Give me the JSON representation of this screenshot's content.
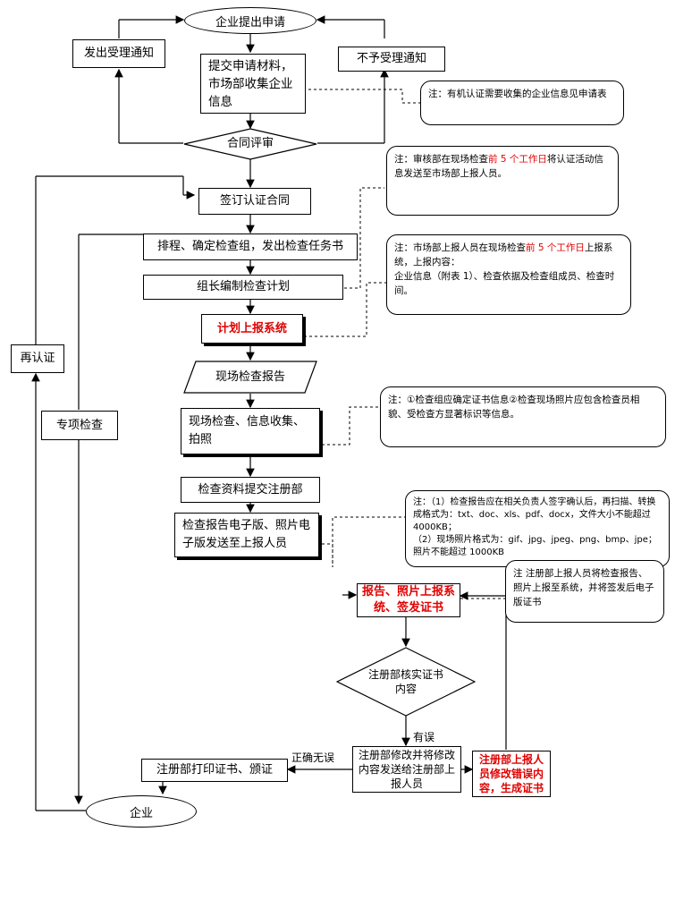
{
  "nodes": {
    "start": "企业提出申请",
    "submit": "提交申请材料，市场部收集企业信息",
    "accept_notice": "发出受理通知",
    "reject_notice": "不予受理通知",
    "review": "合同评审",
    "sign": "签订认证合同",
    "schedule": "排程、确定检查组，发出检查任务书",
    "plan": "组长编制检查计划",
    "report_system": "计划上报系统",
    "field_report": "现场检查报告",
    "field_check": "现场检查、信息收集、拍照",
    "submit_docs": "检查资料提交注册部",
    "send_electronic": "检查报告电子版、照片电子版发送至上报人员",
    "report_upload": "报告、照片上报系统、签发证书",
    "verify": "注册部核实证书内容",
    "modify": "注册部修改并将修改内容发送给注册部上报人员",
    "fix": "注册部上报人员修改错误内容，生成证书",
    "print": "注册部打印证书、颁证",
    "enterprise": "企业",
    "recert": "再认证",
    "special": "专项检查"
  },
  "labels": {
    "error": "有误",
    "correct": "正确无误"
  },
  "notes": {
    "n1": "注：有机认证需要收集的企业信息见申请表",
    "n2_pre": "注：审核部在现场检查",
    "n2_hl": "前 5 个工作日",
    "n2_post": "将认证活动信息发送至市场部上报人员。",
    "n3_pre": "注：市场部上报人员在现场检查",
    "n3_hl": "前 5 个工作日",
    "n3_post": "上报系统，上报内容：",
    "n3_line2": "企业信息（附表 1）、检查依据及检查组成员、检查时间。",
    "n4": "注：①检查组应确定证书信息②检查现场照片应包含检查员相貌、受检查方显著标识等信息。",
    "n5_line1": "注：（1）检查报告应在相关负责人签字确认后，再扫描、转换成格式为：txt、doc、xls、pdf、docx，文件大小不能超过 4000KB；",
    "n5_line2": "（2）现场照片格式为：gif、jpg、jpeg、png、bmp、jpe；照片不能超过 1000KB",
    "n6": "注 注册部上报人员将检查报告、照片上报至系统，并将签发后电子版证书"
  }
}
